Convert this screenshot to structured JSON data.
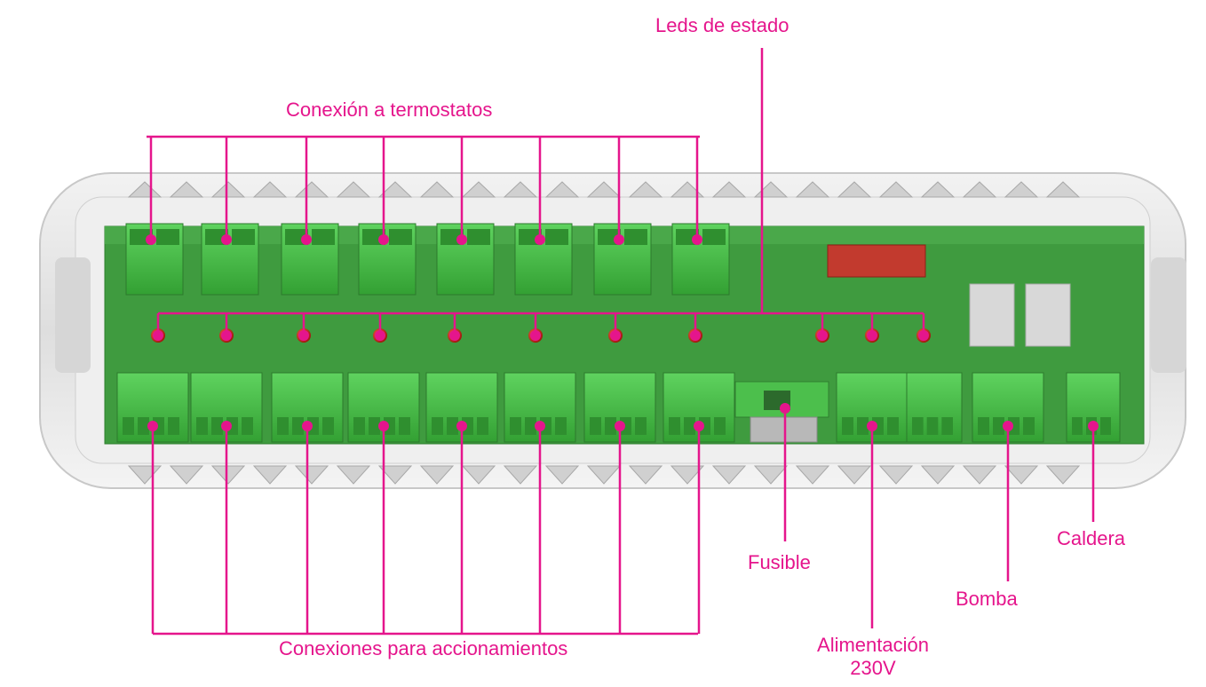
{
  "labels": {
    "leds": "Leds de estado",
    "termostatos": "Conexión a termostatos",
    "accionamientos": "Conexiones para accionamientos",
    "fusible": "Fusible",
    "alimentacion_line1": "Alimentación",
    "alimentacion_line2": "230V",
    "bomba": "Bomba",
    "caldera": "Caldera"
  },
  "colors": {
    "accent": "#e5158c",
    "pcb": "#3f9b3f",
    "connector": "#4cbf4c",
    "housing": "#e6e6e6",
    "led": "#c4271c"
  },
  "counts": {
    "thermostat_connectors": 8,
    "actuator_connectors": 8,
    "status_leds_zone": 8,
    "status_leds_system": 3
  }
}
